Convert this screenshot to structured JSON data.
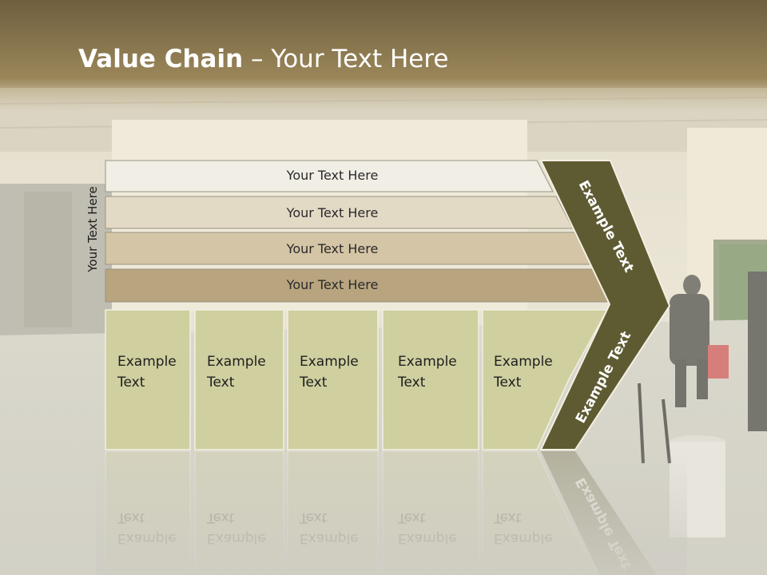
{
  "title": {
    "bold": "Value Chain",
    "rest": " – Your Text Here"
  },
  "side_label": "Your Text Here",
  "rows": [
    {
      "label": "Your Text Here",
      "color": "#f1eee6"
    },
    {
      "label": "Your Text Here",
      "color": "#e3dac6"
    },
    {
      "label": "Your Text Here",
      "color": "#d4c5a6"
    },
    {
      "label": "Your Text Here",
      "color": "#b8a47f"
    }
  ],
  "boxes": [
    {
      "line1": "Example",
      "line2": "Text"
    },
    {
      "line1": "Example",
      "line2": "Text"
    },
    {
      "line1": "Example",
      "line2": "Text"
    },
    {
      "line1": "Example",
      "line2": "Text"
    },
    {
      "line1": "Example",
      "line2": "Text"
    }
  ],
  "chevron_upper_label": "Example Text",
  "chevron_lower_label": "Example Text",
  "colors": {
    "header": "#8e7a52",
    "box": "#cfcfa0",
    "chevron": "#5e5b32"
  }
}
